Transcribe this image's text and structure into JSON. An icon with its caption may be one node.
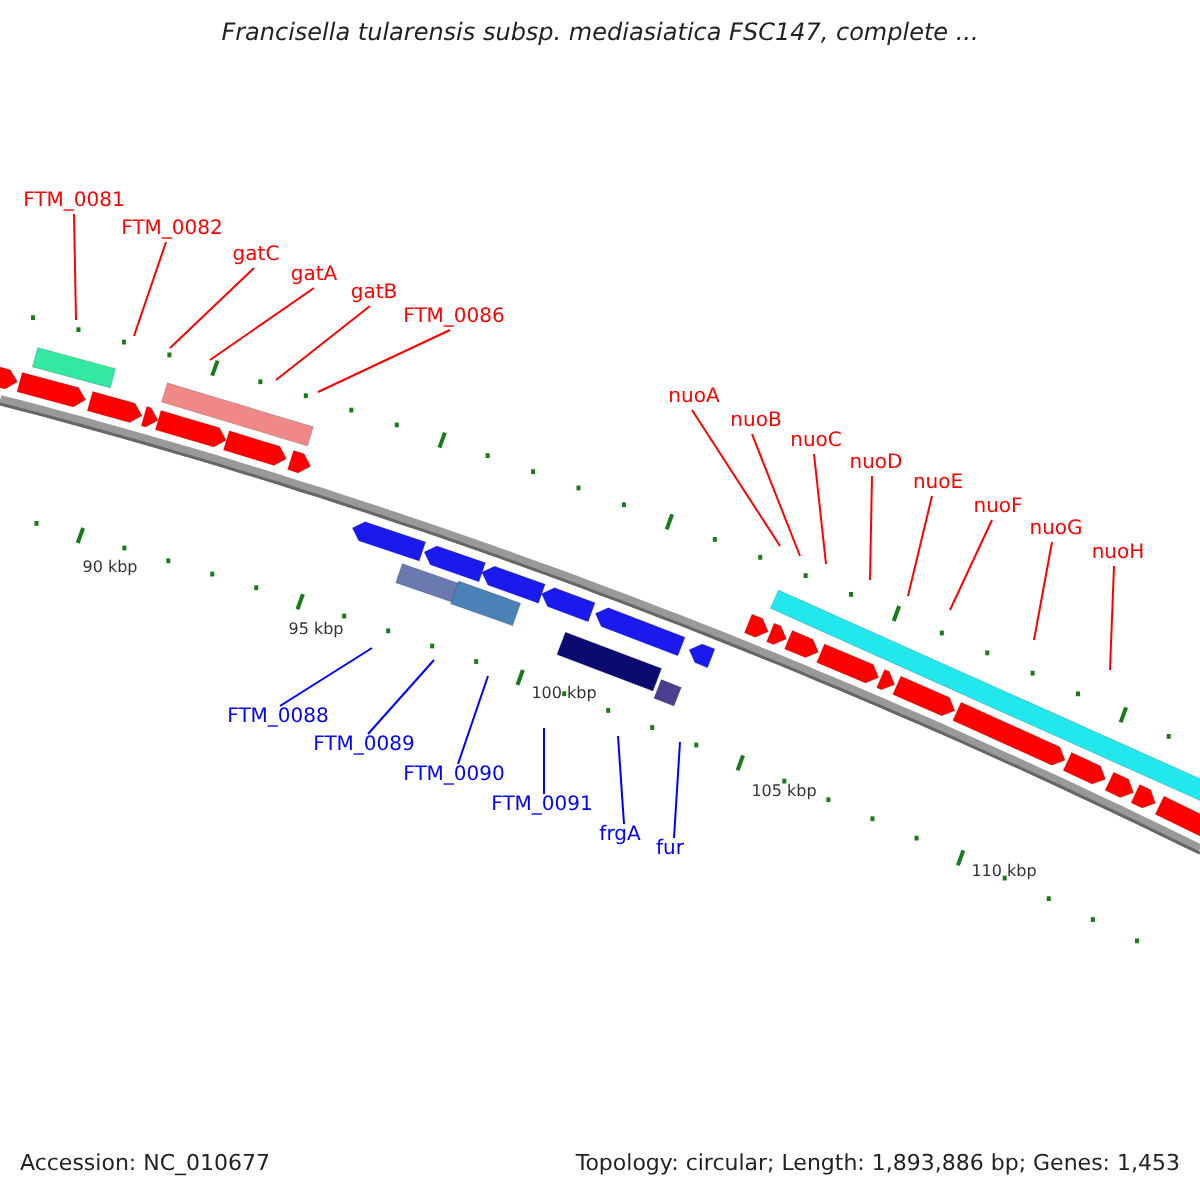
{
  "diagram": {
    "title": "Francisella tularensis subsp. mediasiatica FSC147, complete ...",
    "nodes": [
      {
        "text": [
          "FTM_0081"
        ]
      },
      {
        "text": [
          "FTM_0082"
        ]
      },
      {
        "text": [
          "gatC"
        ]
      },
      {
        "text": [
          "gatA"
        ]
      },
      {
        "text": [
          "gatB"
        ]
      },
      {
        "text": [
          "FTM_0086"
        ]
      },
      {
        "text": [
          "nuoA"
        ]
      },
      {
        "text": [
          "nuoB"
        ]
      },
      {
        "text": [
          "nuoC"
        ]
      },
      {
        "text": [
          "nuoD"
        ]
      },
      {
        "text": [
          "nuoE"
        ]
      },
      {
        "text": [
          "nuoF"
        ]
      },
      {
        "text": [
          "nuoG"
        ]
      },
      {
        "text": [
          "nuoH"
        ]
      },
      {
        "text": [
          "FTM_0088"
        ]
      },
      {
        "text": [
          "FTM_0089"
        ]
      },
      {
        "text": [
          "FTM_0090"
        ]
      },
      {
        "text": [
          "FTM_0091"
        ]
      },
      {
        "text": [
          "frgA"
        ]
      },
      {
        "text": [
          "fur"
        ]
      }
    ],
    "edges": [
      {
        "from": 0,
        "to": null,
        "arrow": "none"
      },
      {
        "from": 1,
        "to": null,
        "arrow": "none"
      },
      {
        "from": 2,
        "to": null,
        "arrow": "none"
      },
      {
        "from": 3,
        "to": null,
        "arrow": "none"
      },
      {
        "from": 4,
        "to": null,
        "arrow": "none"
      },
      {
        "from": 5,
        "to": null,
        "arrow": "none"
      },
      {
        "from": 6,
        "to": null,
        "arrow": "none"
      },
      {
        "from": 7,
        "to": null,
        "arrow": "none"
      },
      {
        "from": 8,
        "to": null,
        "arrow": "none"
      },
      {
        "from": 9,
        "to": null,
        "arrow": "none"
      },
      {
        "from": 10,
        "to": null,
        "arrow": "none"
      },
      {
        "from": 11,
        "to": null,
        "arrow": "none"
      },
      {
        "from": 12,
        "to": null,
        "arrow": "none"
      },
      {
        "from": 13,
        "to": null,
        "arrow": "none"
      },
      {
        "from": 14,
        "to": null,
        "arrow": "none",
        "color": "#0000ff"
      },
      {
        "from": 15,
        "to": null,
        "arrow": "none",
        "color": "#0000ff"
      },
      {
        "from": 16,
        "to": null,
        "arrow": "none",
        "color": "#0000ff"
      },
      {
        "from": 17,
        "to": null,
        "arrow": "none",
        "color": "#0000ff"
      },
      {
        "from": 18,
        "to": null,
        "arrow": "none",
        "color": "#0000ff"
      },
      {
        "from": 19,
        "to": null,
        "arrow": "none",
        "color": "#0000ff"
      }
    ],
    "labels": [
      "90 kbp",
      "95 kbp",
      "100 kbp",
      "105 kbp",
      "110 kbp",
      "Accession: NC_010677",
      "Topology: circular; Length: 1,893,886 bp; Genes: 1,453"
    ]
  }
}
